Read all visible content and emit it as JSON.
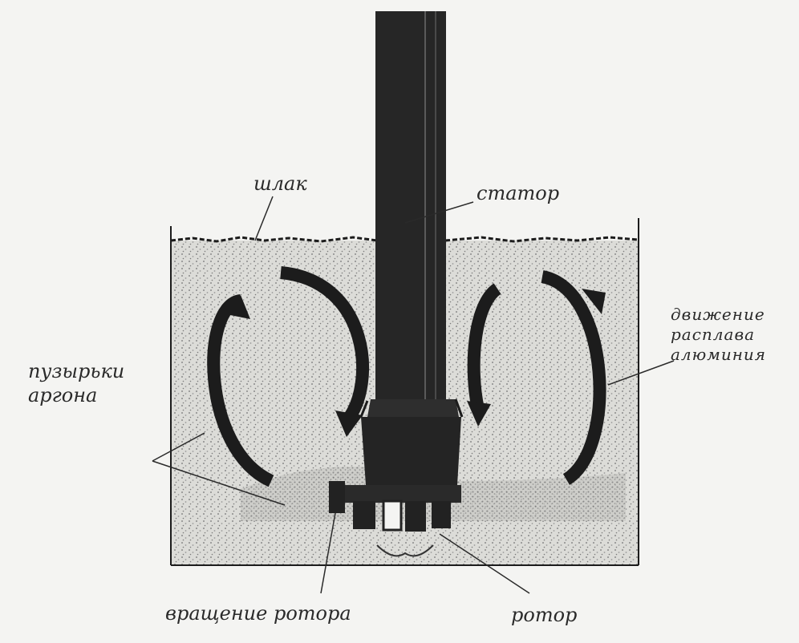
{
  "labels": {
    "slag": "шлак",
    "stator": "статор",
    "melt_flow": [
      "движение",
      "расплава",
      "алюминия"
    ],
    "argon_bubbles": [
      "пузырьки",
      "аргона"
    ],
    "rotor_rotation": "вращение ротора",
    "rotor": "ротор"
  },
  "colors": {
    "paper": "#f4f4f2",
    "ink": "#1c1c1c",
    "shaft": "#262626",
    "melt_dots": "#8a8a8a"
  }
}
